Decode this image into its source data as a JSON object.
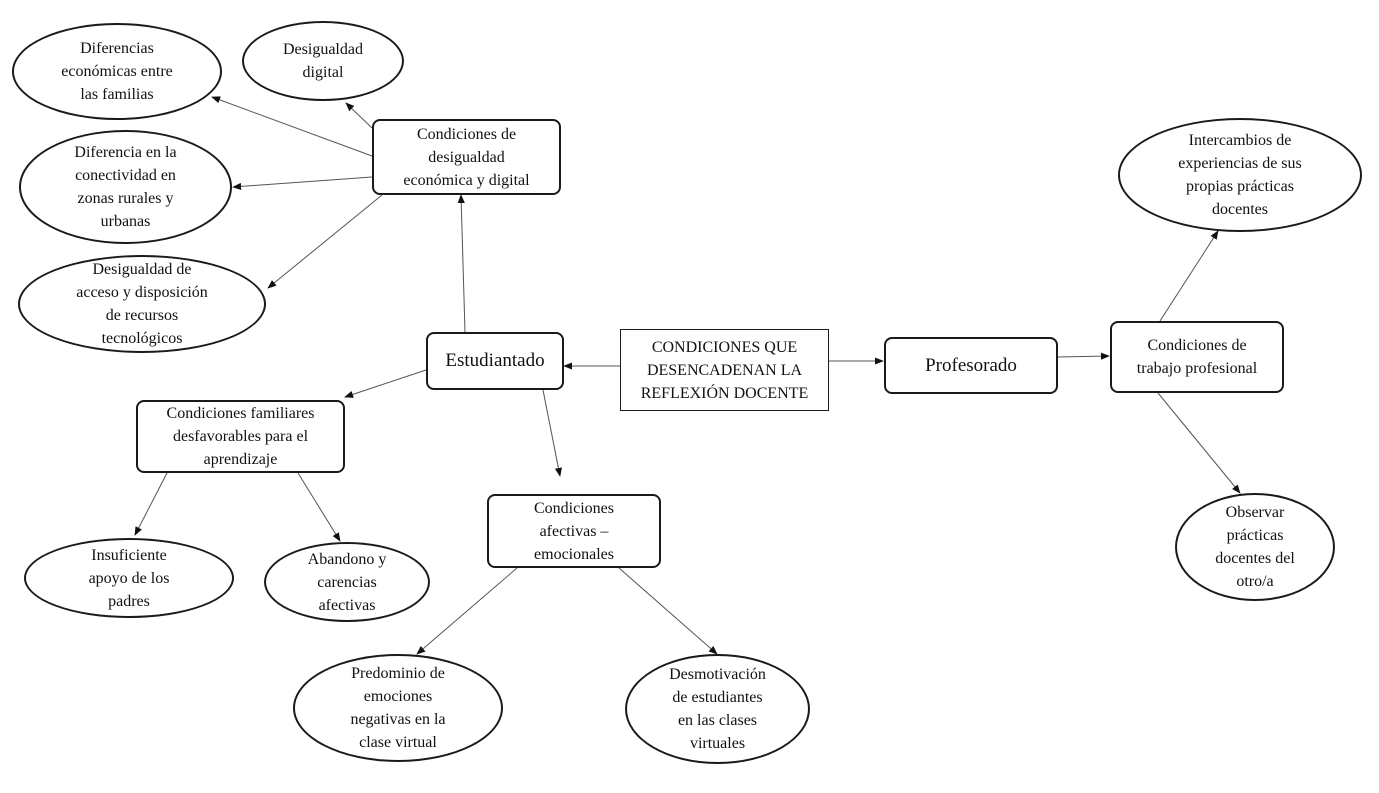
{
  "center": "CONDICIONES QUE\nDESENCADENAN LA\nREFLEXIÓN DOCENTE",
  "estudiantado": "Estudiantado",
  "profesorado": "Profesorado",
  "desigualdad": {
    "title": "Condiciones de\ndesigualdad\neconómica y digital",
    "items": [
      "Diferencias\neconómicas entre\nlas familias",
      "Desigualdad\ndigital",
      "Diferencia en la\nconectividad en\nzonas rurales y\nurbanas",
      "Desigualdad de\nacceso y disposición\nde recursos\ntecnológicos"
    ]
  },
  "familiares": {
    "title": "Condiciones familiares\ndesfavorables para el\naprendizaje",
    "items": [
      "Insuficiente\napoyo de los\npadres",
      "Abandono y\ncarencias\nafectivas"
    ]
  },
  "afectivas": {
    "title": "Condiciones\nafectivas –\nemocionales",
    "items": [
      "Predominio de\nemociones\nnegativas en la\nclase virtual",
      "Desmotivación\nde estudiantes\nen las clases\nvirtuales"
    ]
  },
  "trabajo": {
    "title": "Condiciones de\ntrabajo profesional",
    "items": [
      "Intercambios de\nexperiencias de sus\npropias prácticas\ndocentes",
      "Observar\nprácticas\ndocentes del\notro/a"
    ]
  }
}
